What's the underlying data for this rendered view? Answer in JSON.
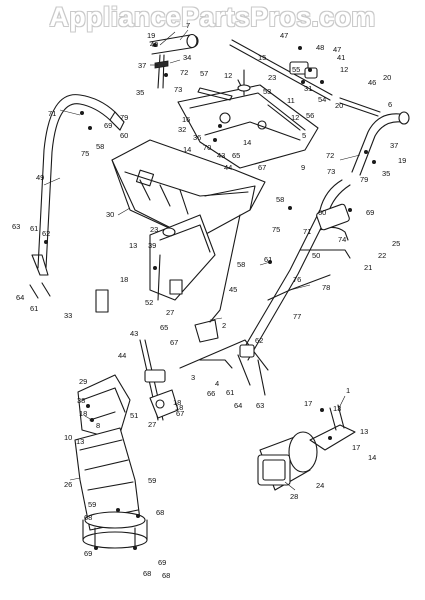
{
  "watermark": "AppliancePartsPros.com",
  "callouts": [
    {
      "id": "c7a",
      "text": "7"
    },
    {
      "id": "c19a",
      "text": "19"
    },
    {
      "id": "c40",
      "text": "40"
    },
    {
      "id": "c37a",
      "text": "37"
    },
    {
      "id": "c34",
      "text": "34"
    },
    {
      "id": "c72a",
      "text": "72"
    },
    {
      "id": "c73a",
      "text": "73"
    },
    {
      "id": "c35a",
      "text": "35"
    },
    {
      "id": "c47a",
      "text": "47"
    },
    {
      "id": "c15",
      "text": "15"
    },
    {
      "id": "c48",
      "text": "48"
    },
    {
      "id": "c47b",
      "text": "47"
    },
    {
      "id": "c41",
      "text": "41"
    },
    {
      "id": "c55",
      "text": "55"
    },
    {
      "id": "c12a",
      "text": "12"
    },
    {
      "id": "c31",
      "text": "31"
    },
    {
      "id": "c54",
      "text": "54"
    },
    {
      "id": "c20a",
      "text": "20"
    },
    {
      "id": "c46",
      "text": "46"
    },
    {
      "id": "c20b",
      "text": "20"
    },
    {
      "id": "c6",
      "text": "6"
    },
    {
      "id": "c57",
      "text": "57"
    },
    {
      "id": "c12b",
      "text": "12"
    },
    {
      "id": "c23a",
      "text": "23"
    },
    {
      "id": "c53",
      "text": "53"
    },
    {
      "id": "c11",
      "text": "11"
    },
    {
      "id": "c71a",
      "text": "71"
    },
    {
      "id": "c69a",
      "text": "69"
    },
    {
      "id": "c79a",
      "text": "79"
    },
    {
      "id": "c60a",
      "text": "60"
    },
    {
      "id": "c58a",
      "text": "58"
    },
    {
      "id": "c75a",
      "text": "75"
    },
    {
      "id": "c16",
      "text": "16"
    },
    {
      "id": "c32",
      "text": "32"
    },
    {
      "id": "c36",
      "text": "36"
    },
    {
      "id": "c70",
      "text": "70"
    },
    {
      "id": "c12c",
      "text": "12"
    },
    {
      "id": "c56",
      "text": "56"
    },
    {
      "id": "c5",
      "text": "5"
    },
    {
      "id": "c14a",
      "text": "14"
    },
    {
      "id": "c14b",
      "text": "14"
    },
    {
      "id": "c43a",
      "text": "43"
    },
    {
      "id": "c65a",
      "text": "65"
    },
    {
      "id": "c44a",
      "text": "44"
    },
    {
      "id": "c67a",
      "text": "67"
    },
    {
      "id": "c9",
      "text": "9"
    },
    {
      "id": "c72b",
      "text": "72"
    },
    {
      "id": "c73b",
      "text": "73"
    },
    {
      "id": "c37b",
      "text": "37"
    },
    {
      "id": "c19b",
      "text": "19"
    },
    {
      "id": "c35b",
      "text": "35"
    },
    {
      "id": "c49",
      "text": "49"
    },
    {
      "id": "c30",
      "text": "30"
    },
    {
      "id": "c79b",
      "text": "79"
    },
    {
      "id": "c58b",
      "text": "58"
    },
    {
      "id": "c60b",
      "text": "60"
    },
    {
      "id": "c69b",
      "text": "69"
    },
    {
      "id": "c75b",
      "text": "75"
    },
    {
      "id": "c71b",
      "text": "71"
    },
    {
      "id": "c74",
      "text": "74"
    },
    {
      "id": "c25",
      "text": "25"
    },
    {
      "id": "c22",
      "text": "22"
    },
    {
      "id": "c21",
      "text": "21"
    },
    {
      "id": "c63a",
      "text": "63"
    },
    {
      "id": "c61a",
      "text": "61"
    },
    {
      "id": "c62a",
      "text": "62"
    },
    {
      "id": "c23b",
      "text": "23"
    },
    {
      "id": "c13a",
      "text": "13"
    },
    {
      "id": "c39",
      "text": "39"
    },
    {
      "id": "c18a",
      "text": "18"
    },
    {
      "id": "c58c",
      "text": "58"
    },
    {
      "id": "c61b",
      "text": "61"
    },
    {
      "id": "c50",
      "text": "50"
    },
    {
      "id": "c64a",
      "text": "64"
    },
    {
      "id": "c61c",
      "text": "61"
    },
    {
      "id": "c52",
      "text": "52"
    },
    {
      "id": "c27a",
      "text": "27"
    },
    {
      "id": "c45",
      "text": "45"
    },
    {
      "id": "c76",
      "text": "76"
    },
    {
      "id": "c78",
      "text": "78"
    },
    {
      "id": "c33",
      "text": "33"
    },
    {
      "id": "c77",
      "text": "77"
    },
    {
      "id": "c65b",
      "text": "65"
    },
    {
      "id": "c2",
      "text": "2"
    },
    {
      "id": "c67b",
      "text": "67"
    },
    {
      "id": "c43b",
      "text": "43"
    },
    {
      "id": "c62b",
      "text": "62"
    },
    {
      "id": "c44b",
      "text": "44"
    },
    {
      "id": "c3",
      "text": "3"
    },
    {
      "id": "c66",
      "text": "66"
    },
    {
      "id": "c61d",
      "text": "61"
    },
    {
      "id": "c29",
      "text": "29"
    },
    {
      "id": "c4",
      "text": "4"
    },
    {
      "id": "c18b",
      "text": "18"
    },
    {
      "id": "c67c",
      "text": "67"
    },
    {
      "id": "c64b",
      "text": "64"
    },
    {
      "id": "c63b",
      "text": "63"
    },
    {
      "id": "c38",
      "text": "38"
    },
    {
      "id": "c51",
      "text": "51"
    },
    {
      "id": "c18c",
      "text": "18"
    },
    {
      "id": "c18d",
      "text": "18"
    },
    {
      "id": "c27b",
      "text": "27"
    },
    {
      "id": "c1",
      "text": "1"
    },
    {
      "id": "c8",
      "text": "8"
    },
    {
      "id": "c17a",
      "text": "17"
    },
    {
      "id": "c13b",
      "text": "13"
    },
    {
      "id": "c10",
      "text": "10"
    },
    {
      "id": "c13c",
      "text": "13"
    },
    {
      "id": "c13d",
      "text": "13"
    },
    {
      "id": "c17b",
      "text": "17"
    },
    {
      "id": "c14c",
      "text": "14"
    },
    {
      "id": "c26",
      "text": "26"
    },
    {
      "id": "c24",
      "text": "24"
    },
    {
      "id": "c28",
      "text": "28"
    },
    {
      "id": "c59a",
      "text": "59"
    },
    {
      "id": "c59b",
      "text": "59"
    },
    {
      "id": "c68a",
      "text": "68"
    },
    {
      "id": "c68b",
      "text": "68"
    },
    {
      "id": "c69c",
      "text": "69"
    },
    {
      "id": "c69d",
      "text": "69"
    },
    {
      "id": "c68c",
      "text": "68"
    },
    {
      "id": "c68d",
      "text": "68"
    }
  ]
}
